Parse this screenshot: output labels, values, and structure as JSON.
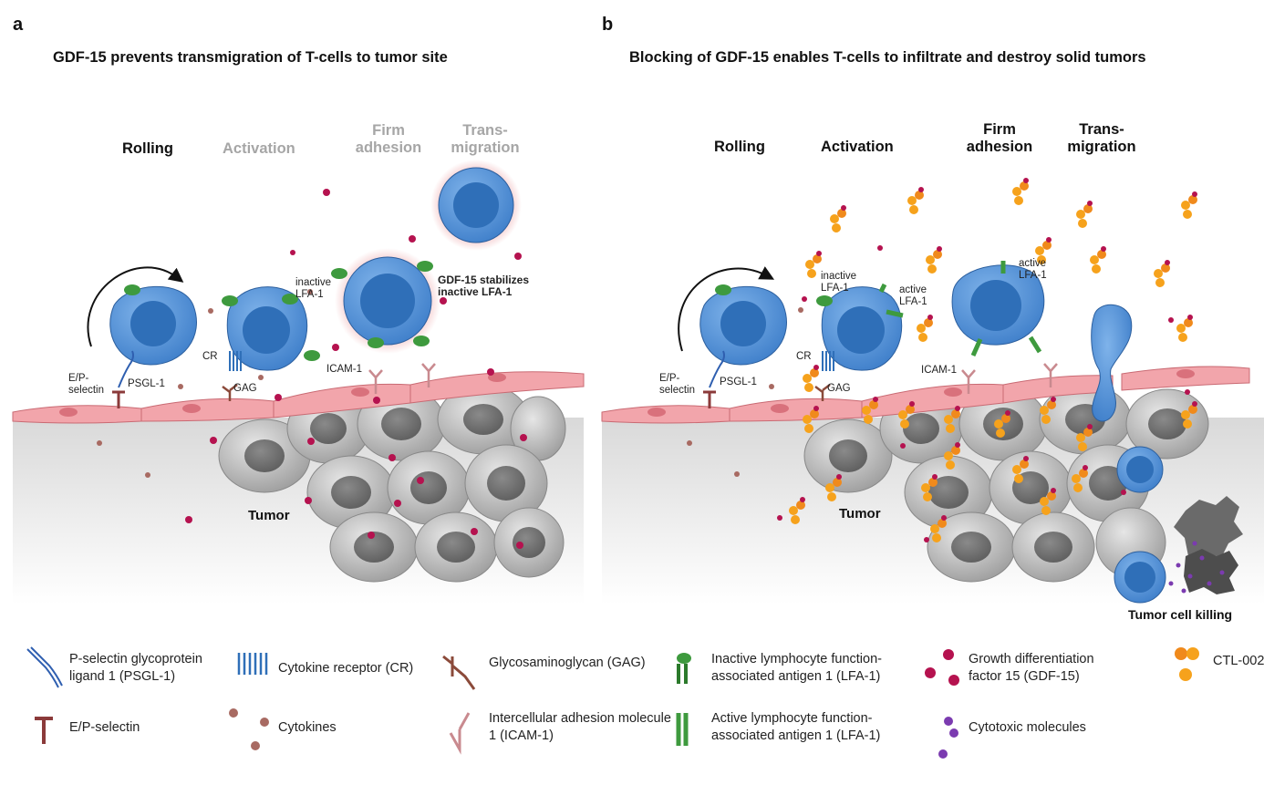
{
  "panel_a": {
    "letter": "a",
    "title": "GDF-15 prevents transmigration of T-cells to tumor site",
    "stages": {
      "rolling": "Rolling",
      "activation": "Activation",
      "firm_adhesion": "Firm adhesion",
      "transmigration": "Trans- migration"
    },
    "labels": {
      "inactive_lfa1": "inactive LFA-1",
      "gdf15_note": "GDF-15 stabilizes inactive LFA-1",
      "cr": "CR",
      "gag": "GAG",
      "icam1": "ICAM-1",
      "ep_selectin": "E/P- selectin",
      "psgl1": "PSGL-1",
      "tumor": "Tumor"
    }
  },
  "panel_b": {
    "letter": "b",
    "title": "Blocking of GDF-15 enables T-cells to infiltrate and destroy solid tumors",
    "stages": {
      "rolling": "Rolling",
      "activation": "Activation",
      "firm_adhesion": "Firm adhesion",
      "transmigration": "Trans- migration"
    },
    "labels": {
      "inactive_lfa1": "inactive LFA-1",
      "active_lfa1_1": "active LFA-1",
      "active_lfa1_2": "active LFA-1",
      "cr": "CR",
      "gag": "GAG",
      "icam1": "ICAM-1",
      "ep_selectin": "E/P- selectin",
      "psgl1": "PSGL-1",
      "tumor": "Tumor",
      "tumor_cell_killing": "Tumor cell killing"
    }
  },
  "legend": [
    {
      "icon": "psgl1-icon",
      "text": "P-selectin glycoprotein ligand 1 (PSGL-1)"
    },
    {
      "icon": "cytokine-receptor-icon",
      "text": "Cytokine receptor (CR)"
    },
    {
      "icon": "gag-icon",
      "text": "Glycosaminoglycan (GAG)"
    },
    {
      "icon": "inactive-lfa1-icon",
      "text": "Inactive lymphocyte function-associated antigen 1 (LFA-1)"
    },
    {
      "icon": "gdf15-icon",
      "text": "Growth differentiation factor 15 (GDF-15)"
    },
    {
      "icon": "ctl002-icon",
      "text": "CTL-002"
    },
    {
      "icon": "ep-selectin-icon",
      "text": "E/P-selectin"
    },
    {
      "icon": "cytokines-icon",
      "text": "Cytokines"
    },
    {
      "icon": "icam1-icon",
      "text": "Intercellular adhesion molecule 1 (ICAM-1)"
    },
    {
      "icon": "active-lfa1-icon",
      "text": "Active lymphocyte function-associated antigen 1 (LFA-1)"
    },
    {
      "icon": "cytotoxic-molecules-icon",
      "text": "Cytotoxic molecules"
    }
  ],
  "colors": {
    "tcell": "#4f90d6",
    "tcell_nucleus": "#2f6fb8",
    "endothelium": "#f2a5ab",
    "tumor_cell": "#b5b5b5",
    "gdf15": "#b5124f",
    "ctl002": "#f6a21c",
    "lfa1": "#3e9a3e"
  }
}
